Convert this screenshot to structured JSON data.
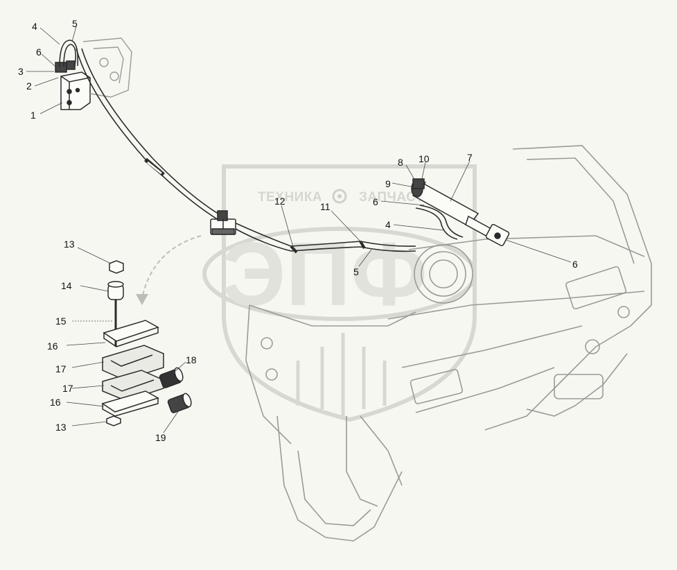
{
  "watermark": {
    "company_left": "ТЕХНИКА",
    "company_right": "ЗАПЧАСТИ",
    "logo_letters": "ЭПФ"
  },
  "callouts": [
    {
      "id": "c-1a",
      "label": "1"
    },
    {
      "id": "c-2a",
      "label": "2"
    },
    {
      "id": "c-3a",
      "label": "3"
    },
    {
      "id": "c-6a",
      "label": "6"
    },
    {
      "id": "c-4a",
      "label": "4"
    },
    {
      "id": "c-5a",
      "label": "5"
    },
    {
      "id": "c-8",
      "label": "8"
    },
    {
      "id": "c-10",
      "label": "10"
    },
    {
      "id": "c-7",
      "label": "7"
    },
    {
      "id": "c-9",
      "label": "9"
    },
    {
      "id": "c-6b",
      "label": "6"
    },
    {
      "id": "c-12",
      "label": "12"
    },
    {
      "id": "c-11",
      "label": "11"
    },
    {
      "id": "c-4b",
      "label": "4"
    },
    {
      "id": "c-5b",
      "label": "5"
    },
    {
      "id": "c-6c",
      "label": "6"
    },
    {
      "id": "c-13a",
      "label": "13"
    },
    {
      "id": "c-14",
      "label": "14"
    },
    {
      "id": "c-15",
      "label": "15"
    },
    {
      "id": "c-16a",
      "label": "16"
    },
    {
      "id": "c-17a",
      "label": "17"
    },
    {
      "id": "c-17b",
      "label": "17"
    },
    {
      "id": "c-16b",
      "label": "16"
    },
    {
      "id": "c-13b",
      "label": "13"
    },
    {
      "id": "c-18",
      "label": "18"
    },
    {
      "id": "c-19",
      "label": "19"
    }
  ],
  "colors": {
    "line": "#2a2a2a",
    "frame": "#9a9a96",
    "watermark": "#d8d8d2",
    "background": "#f7f7f2"
  }
}
